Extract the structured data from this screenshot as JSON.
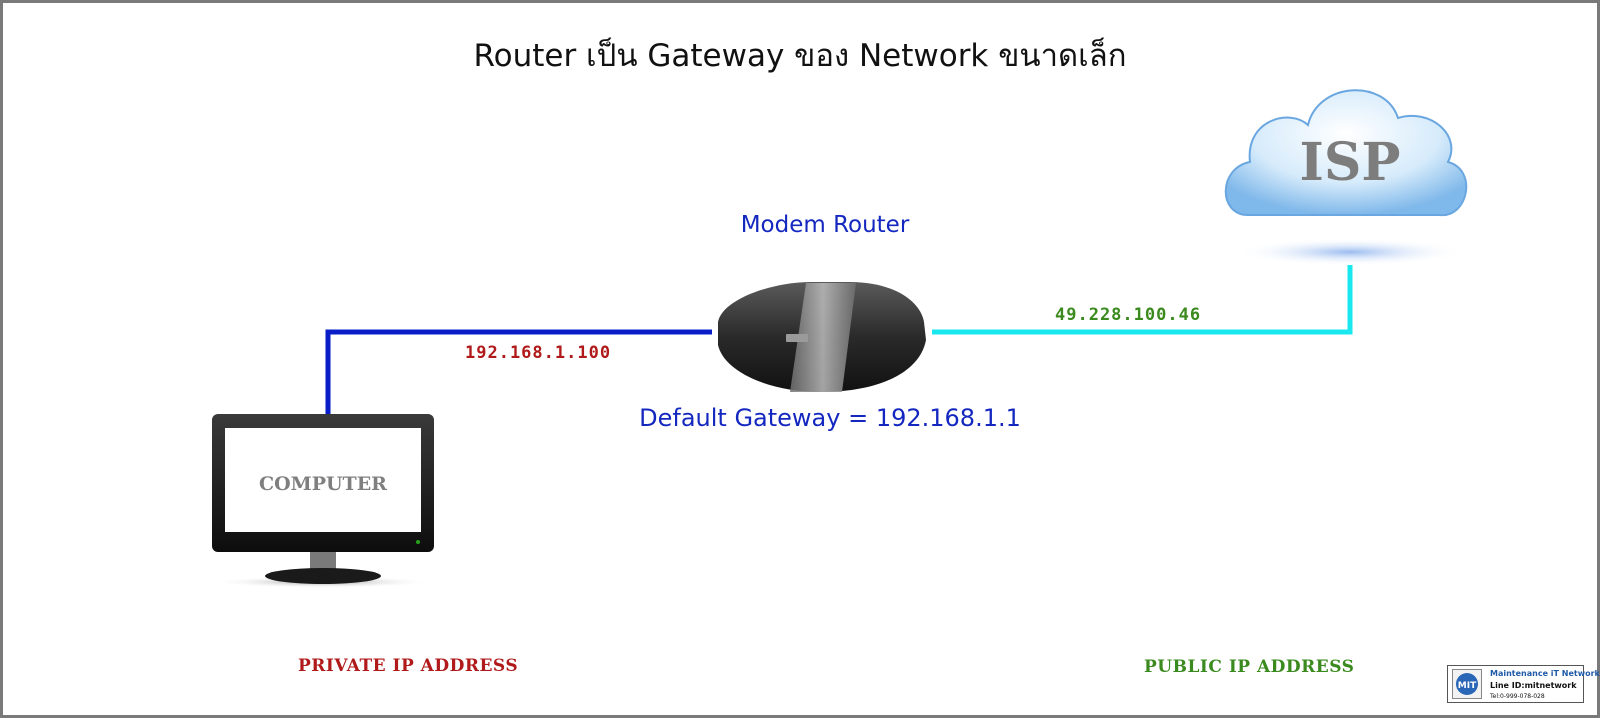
{
  "title": "Router เป็น Gateway ของ Network ขนาดเล็ก",
  "nodes": {
    "isp": {
      "label": "ISP"
    },
    "router": {
      "label": "Modem Router",
      "gateway": "Default Gateway = 192.168.1.1"
    },
    "computer": {
      "label": "COMPUTER"
    }
  },
  "links": {
    "private": {
      "ip": "192.168.1.100",
      "address_type": "PRIVATE IP ADDRESS"
    },
    "public": {
      "ip": "49.228.100.46",
      "address_type": "PUBLIC IP ADDRESS"
    }
  },
  "logo": {
    "mark": "MIT",
    "name": "Maintenance iT Network",
    "line_id": "Line ID:mitnetwork",
    "tel": "Tel:0-999-078-028"
  },
  "colors": {
    "private_link": "#0a1ec8",
    "public_link": "#19e8ef",
    "private_text": "#b01a1a",
    "public_text": "#3a8a1e",
    "label_blue": "#1428c0"
  }
}
